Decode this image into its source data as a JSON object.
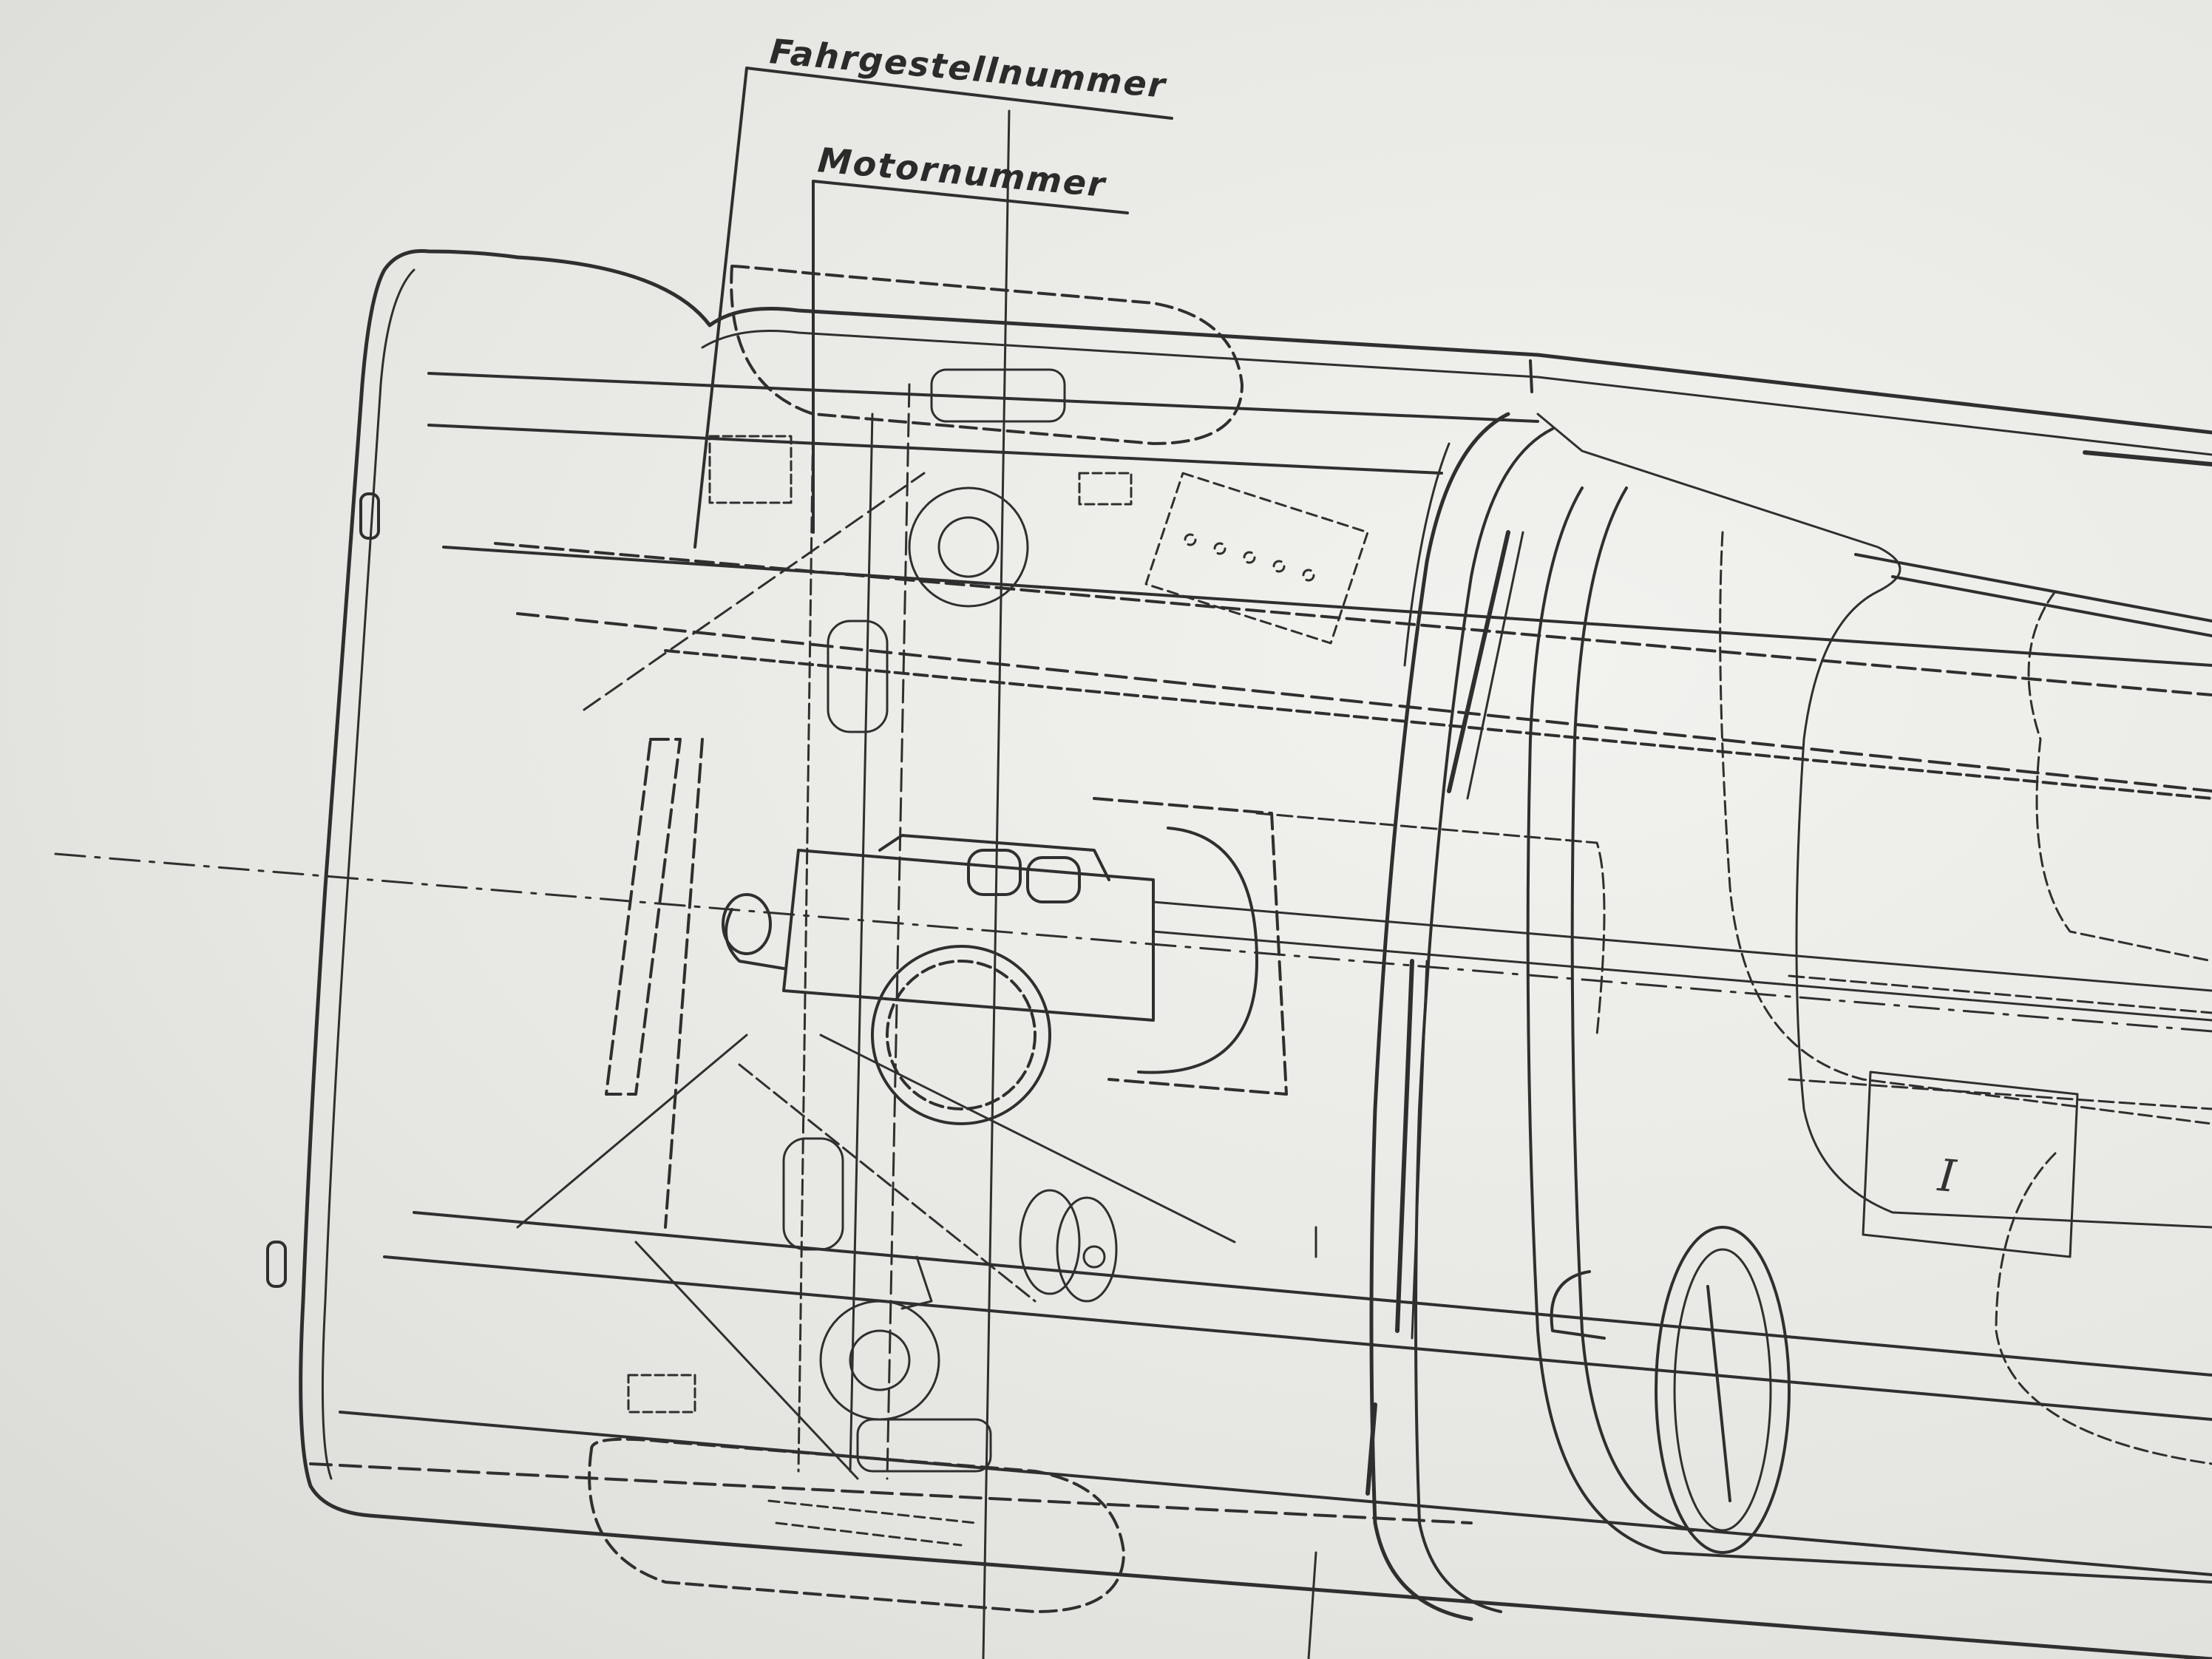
{
  "labels": {
    "chassis_number": "Fahrgestellnummer",
    "engine_number": "Motornummer",
    "seat_marker": "I"
  },
  "colors": {
    "paper": "#e9e9e6",
    "ink": "#2b2b2b"
  }
}
